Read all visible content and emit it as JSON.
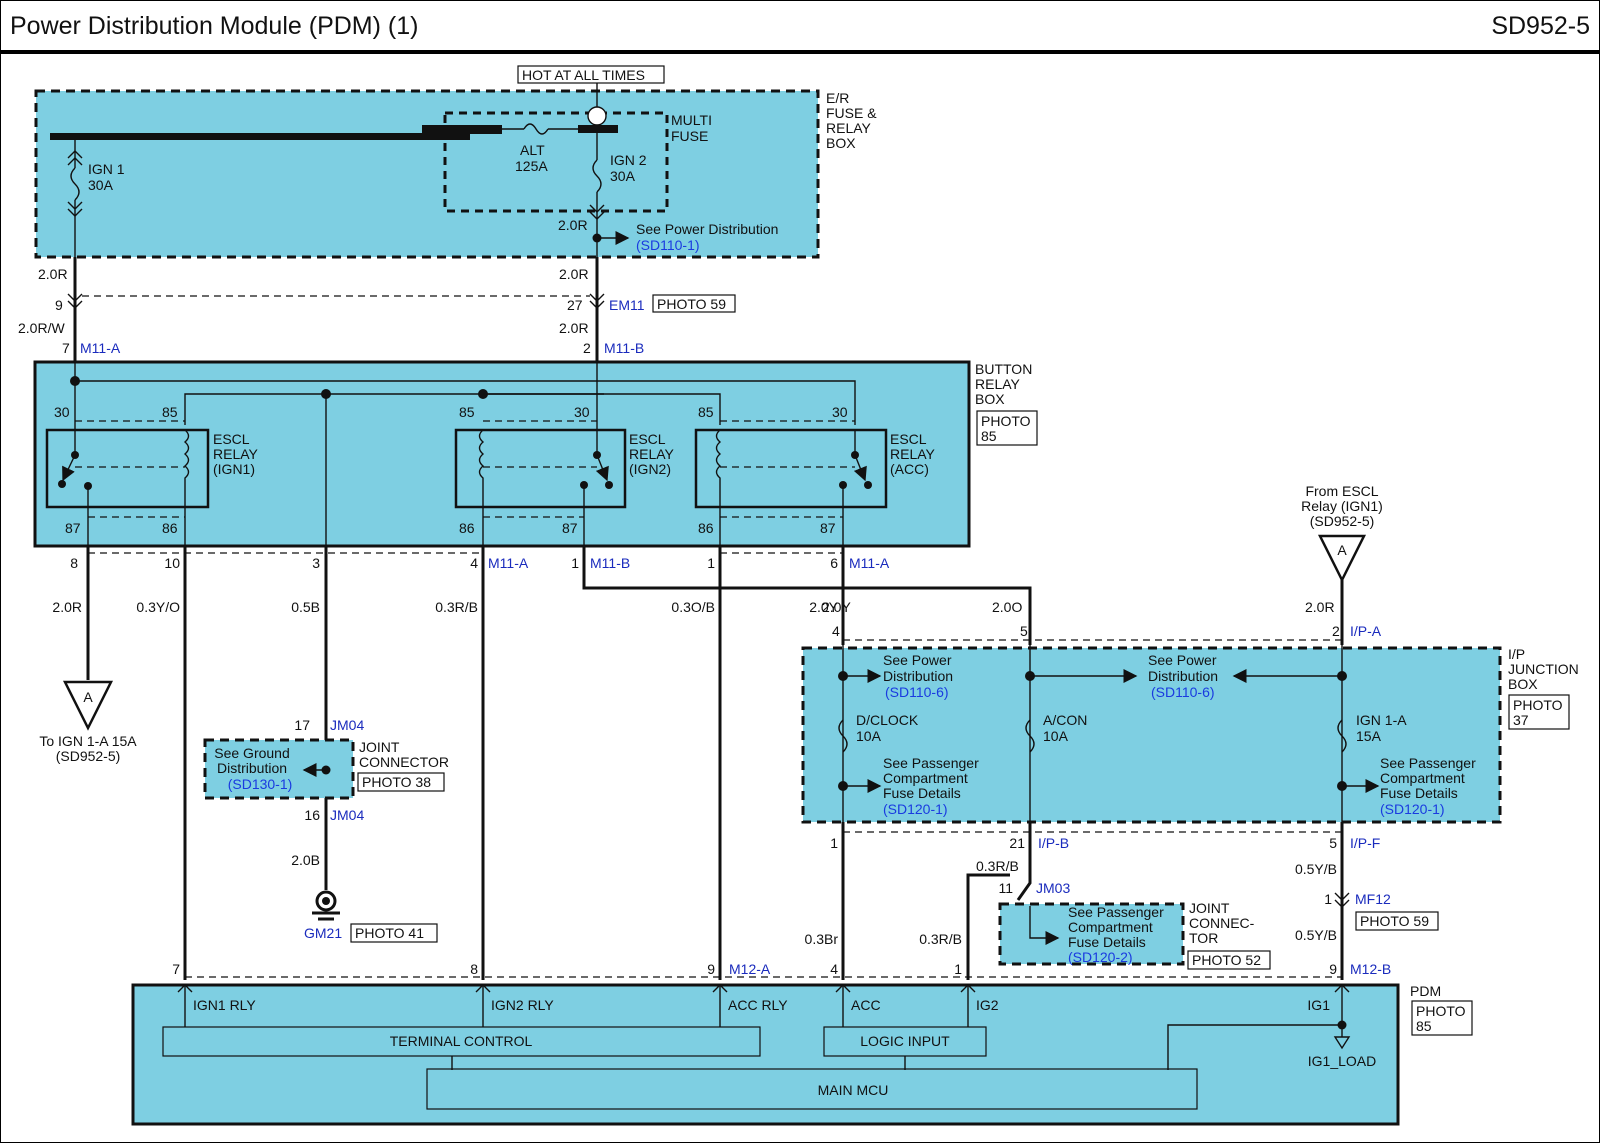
{
  "header": {
    "title": "Power Distribution Module (PDM) (1)",
    "page_code": "SD952-5"
  },
  "er_box": {
    "label": [
      "E/R",
      "FUSE &",
      "RELAY",
      "BOX"
    ],
    "hot_label": "HOT AT ALL TIMES",
    "multi_fuse": [
      "MULTI",
      "FUSE"
    ],
    "fuses": [
      {
        "name": "IGN 1",
        "rating": "30A"
      },
      {
        "name": "ALT",
        "rating": "125A"
      },
      {
        "name": "IGN 2",
        "rating": "30A"
      }
    ],
    "wire_ign2": "2.0R",
    "see_power": "See Power Distribution",
    "see_power_ref": "(SD110-1)"
  },
  "upper_wires": {
    "left": {
      "wire1": "2.0R",
      "pin1": "9",
      "wire2": "2.0R/W",
      "pin2": "7",
      "conn": "M11-A"
    },
    "right": {
      "wire1": "2.0R",
      "pin1": "27",
      "conn1": "EM11",
      "photo1": "PHOTO 59",
      "wire2": "2.0R",
      "pin2": "2",
      "conn2": "M11-B"
    }
  },
  "button_relay_box": {
    "label": [
      "BUTTON",
      "RELAY",
      "BOX"
    ],
    "photo": [
      "PHOTO",
      "85"
    ],
    "relays": [
      {
        "name": [
          "ESCL",
          "RELAY",
          "(IGN1)"
        ],
        "pins": [
          "30",
          "85",
          "87",
          "86"
        ]
      },
      {
        "name": [
          "ESCL",
          "RELAY",
          "(IGN2)"
        ],
        "pins": [
          "85",
          "30",
          "86",
          "87"
        ]
      },
      {
        "name": [
          "ESCL",
          "RELAY",
          "(ACC)"
        ],
        "pins": [
          "85",
          "30",
          "86",
          "87"
        ]
      }
    ]
  },
  "relay_outputs": [
    {
      "pin": "8",
      "wire": "2.0R"
    },
    {
      "pin": "10",
      "wire": "0.3Y/O"
    },
    {
      "pin": "3",
      "wire": "0.5B"
    },
    {
      "pin": "4",
      "wire": "0.3R/B",
      "conn": "M11-A"
    },
    {
      "pin": "1",
      "conn": "M11-B"
    },
    {
      "pin": "1",
      "wire": "0.3O/B"
    },
    {
      "pin": "6",
      "wire": "2.0Y",
      "conn": "M11-A"
    }
  ],
  "offpage": {
    "to": {
      "letter": "A",
      "text": [
        "To IGN 1-A 15A",
        "(SD952-5)"
      ]
    },
    "from": {
      "letter": "A",
      "text": [
        "From ESCL",
        "Relay (IGN1)",
        "(SD952-5)"
      ]
    }
  },
  "ground": {
    "pin_top": "17",
    "conn_top": "JM04",
    "see_ground": [
      "See Ground",
      "Distribution"
    ],
    "see_ground_ref": "(SD130-1)",
    "joint": [
      "JOINT",
      "CONNECTOR"
    ],
    "joint_photo": "PHOTO 38",
    "pin_bottom": "16",
    "conn_bottom": "JM04",
    "wire": "2.0B",
    "ground_id": "GM21",
    "ground_photo": "PHOTO 41"
  },
  "ip_junction_box": {
    "label": [
      "I/P",
      "JUNCTION",
      "BOX"
    ],
    "photo": [
      "PHOTO",
      "37"
    ],
    "wire_in_1": "2.0Y",
    "pin_in_1": "4",
    "wire_in_2": "2.0O",
    "pin_in_2": "5",
    "wire_in_3": "2.0R",
    "pin_in_3": "2",
    "conn_in_3": "I/P-A",
    "see_power": [
      "See Power",
      "Distribution"
    ],
    "see_power_ref": "(SD110-6)",
    "fuses": [
      {
        "name": "D/CLOCK",
        "rating": "10A"
      },
      {
        "name": "A/CON",
        "rating": "10A"
      },
      {
        "name": "IGN 1-A",
        "rating": "15A"
      }
    ],
    "see_pass": [
      "See Passenger",
      "Compartment",
      "Fuse Details"
    ],
    "see_pass_ref": "(SD120-1)",
    "out_pins": [
      {
        "pin": "1"
      },
      {
        "pin": "21",
        "conn": "I/P-B"
      },
      {
        "pin": "5",
        "conn": "I/P-F"
      }
    ]
  },
  "lower_wires": {
    "jm03_wire": "0.3R/B",
    "jm03_pin": "11",
    "jm03_conn": "JM03",
    "joint2": [
      "JOINT",
      "CONNEC-",
      "TOR"
    ],
    "joint2_photo": "PHOTO 52",
    "see_pass2": [
      "See Passenger",
      "Compartment",
      "Fuse Details"
    ],
    "see_pass2_ref": "(SD120-2)",
    "wire_acc": "0.3Br",
    "wire_ig2": "0.3R/B",
    "wire_ig1_a": "0.5Y/B",
    "mf_pin": "1",
    "mf_conn": "MF12",
    "mf_photo": "PHOTO 59",
    "wire_ig1_b": "0.5Y/B"
  },
  "pdm": {
    "label": "PDM",
    "photo": [
      "PHOTO",
      "85"
    ],
    "pins": [
      {
        "pin": "7",
        "name": "IGN1 RLY"
      },
      {
        "pin": "8",
        "name": "IGN2 RLY"
      },
      {
        "pin": "9",
        "name": "ACC RLY",
        "conn": "M12-A"
      },
      {
        "pin": "4",
        "name": "ACC"
      },
      {
        "pin": "1",
        "name": "IG2"
      },
      {
        "pin": "9",
        "name": "IG1",
        "conn": "M12-B"
      }
    ],
    "terminal_control": "TERMINAL CONTROL",
    "logic_input": "LOGIC INPUT",
    "main_mcu": "MAIN MCU",
    "ig1_load": "IG1_LOAD"
  }
}
